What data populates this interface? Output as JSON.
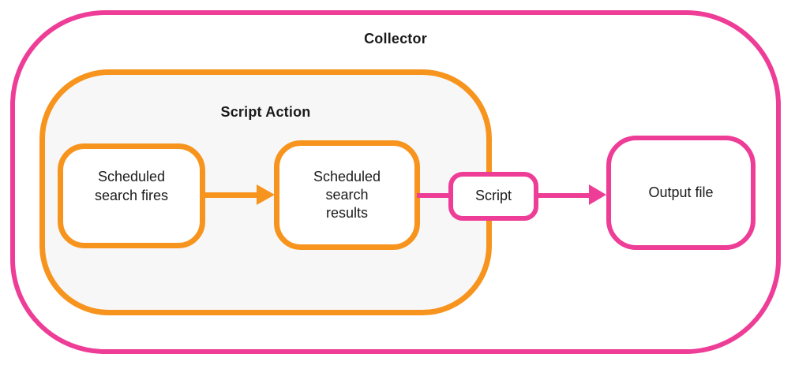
{
  "colors": {
    "pink": "#ee3d97",
    "orange": "#f7941e",
    "panel_bg": "#f7f7f7",
    "text": "#1a1a1a"
  },
  "diagram": {
    "collector_label": "Collector",
    "script_action_label": "Script Action",
    "nodes": {
      "scheduled_search_fires": "Scheduled\nsearch fires",
      "scheduled_search_results": "Scheduled\nsearch\nresults",
      "script": "Script",
      "output_file": "Output file"
    }
  }
}
